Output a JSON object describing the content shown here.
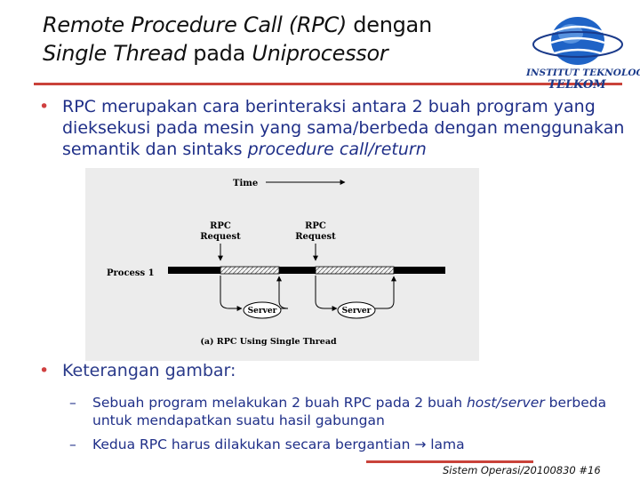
{
  "slide": {
    "title_part1": "Remote Procedure Call (RPC)",
    "title_part2": " dengan",
    "title_part3": "Single Thread",
    "title_part4": " pada ",
    "title_part5": "Uniprocessor"
  },
  "logo": {
    "line1": "INSTITUT TEKNOLOGI",
    "line2": "TELKOM",
    "colors": {
      "globe": "#1f63c6",
      "orbit": "#1a3a8a"
    }
  },
  "bullets": [
    {
      "text": "RPC merupakan cara berinteraksi antara 2 buah program yang dieksekusi pada mesin yang sama/berbeda dengan menggunakan semantik dan sintaks ",
      "italic": "procedure call/return"
    },
    {
      "text": "Keterangan gambar:"
    }
  ],
  "subitems": [
    {
      "dash": "–",
      "text": "Sebuah program melakukan 2 buah RPC pada 2 buah ",
      "italic": "host/server",
      "text2": " berbeda untuk mendapatkan suatu hasil gabungan"
    },
    {
      "dash": "–",
      "text": "Kedua RPC harus dilakukan secara bergantian ",
      "arrow": "→",
      "text2": " lama"
    }
  ],
  "diagram": {
    "time_label": "Time",
    "rpc1_line1": "RPC",
    "rpc1_line2": "Request",
    "rpc2_line1": "RPC",
    "rpc2_line2": "Request",
    "process_label": "Process 1",
    "server1": "Server",
    "server2": "Server",
    "caption": "(a) RPC Using Single Thread"
  },
  "footer": {
    "text": "Sistem Operasi/20100830",
    "page": "#16"
  },
  "colors": {
    "accent": "#c9423a",
    "text_blue": "#1f2f88",
    "bullet_dot": "#d04040"
  }
}
